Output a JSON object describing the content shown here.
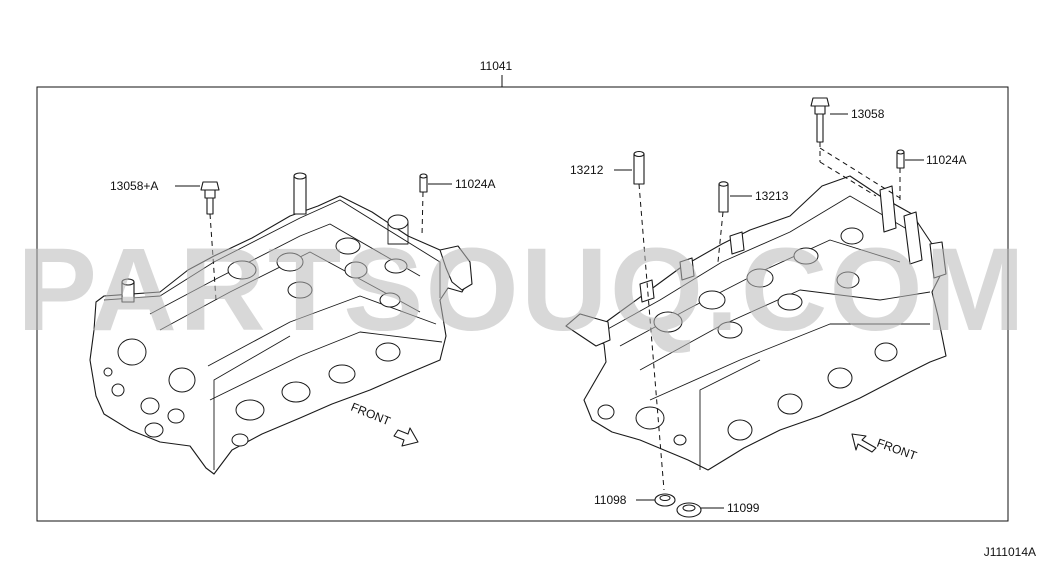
{
  "assembly": {
    "part_number": "11041"
  },
  "callouts": {
    "bolt_a": "13058+A",
    "dowel_left": "11024A",
    "bolt": "13058",
    "dowel_right": "11024A",
    "guide_13212": "13212",
    "guide_13213": "13213",
    "seal_11098": "11098",
    "seal_11099": "11099"
  },
  "direction": {
    "left_front": "FRONT",
    "right_front": "FRONT"
  },
  "diagram_id": "J111014A",
  "watermark": "PARTSOUQ.COM",
  "colors": {
    "line": "#111111",
    "background": "#ffffff",
    "watermark": "#b8b8b8"
  }
}
